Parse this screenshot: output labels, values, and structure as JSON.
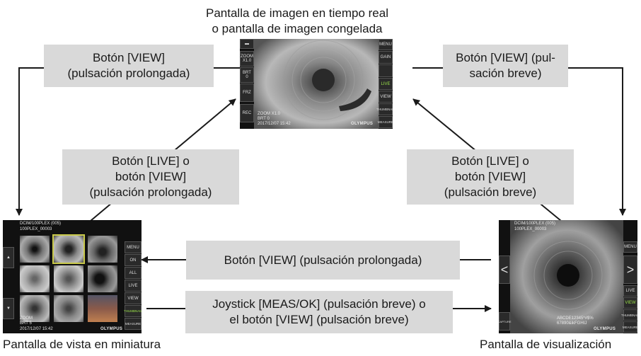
{
  "top_title": {
    "line1": "Pantalla de imagen en tiempo real",
    "line2": "o pantalla de imagen congelada"
  },
  "boxes": {
    "view_long_left": [
      "Botón [VIEW]",
      "(pulsación prolongada)"
    ],
    "view_short_right": [
      "Botón [VIEW] (pul-",
      "sación breve)"
    ],
    "live_or_view_long": [
      "Botón [LIVE] o",
      "botón [VIEW]",
      "(pulsación prolongada)"
    ],
    "live_or_view_short": [
      "Botón [LIVE] o",
      "botón [VIEW]",
      "(pulsación breve)"
    ],
    "view_long_middle": "Botón [VIEW] (pulsación prolongada)",
    "joystick": [
      "Joystick [MEAS/OK] (pulsación breve) o",
      "el botón [VIEW] (pulsación breve)"
    ]
  },
  "captions": {
    "thumbnail": "Pantalla de vista en miniatura",
    "display": "Pantalla de visualización"
  },
  "live_screen": {
    "left_buttons": [
      "ZOOM\nX1.0",
      "BRT\n0",
      "FRZ",
      "REC"
    ],
    "right_buttons": [
      "MENU",
      "GAIN",
      "",
      "LIVE",
      "VIEW",
      "THUMBNAIL",
      "MEASURE"
    ],
    "bottom_text": [
      "ZOOM X1.0",
      "BRT 0",
      "2017/12/07 15:42"
    ],
    "brand": "OLYMPUS"
  },
  "thumb_screen": {
    "path": "DCIM/100PLEX (005)",
    "folder": "100PLEX_00003",
    "right_buttons": [
      "MENU",
      "ON",
      "ALL",
      "LIVE",
      "VIEW",
      "THUMBNAIL",
      "MEASURE"
    ],
    "bottom_text": [
      "ZOOM",
      "BRT 5",
      "2017/12/07 15:42"
    ],
    "brand": "OLYMPUS"
  },
  "display_screen": {
    "path": "DCIM/100PLEX (005)",
    "folder": "100PLEX_00003",
    "left_buttons": [
      "<",
      "CAPTURE"
    ],
    "right_buttons": [
      "MENU",
      ">",
      "LIVE",
      "VIEW",
      "THUMBNAIL",
      "MEASURE"
    ],
    "bottom_text": [
      "ABCDE12345*#$%",
      "67890&ikFGHIJ"
    ],
    "brand": "OLYMPUS"
  }
}
